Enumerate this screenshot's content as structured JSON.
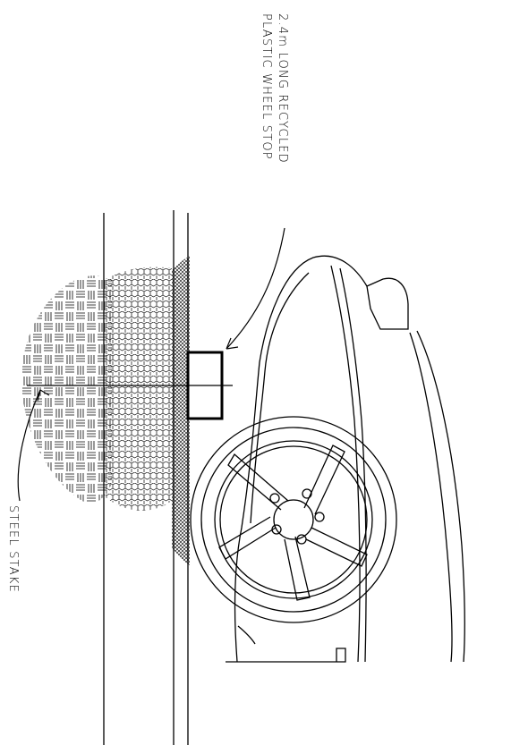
{
  "labels": {
    "wheel_stop_line1": "2.4m LONG RECYCLED",
    "wheel_stop_line2": "PLASTIC WHEEL STOP",
    "steel_stake": "STEEL STAKE"
  },
  "colors": {
    "line": "#000000",
    "background": "#ffffff"
  }
}
